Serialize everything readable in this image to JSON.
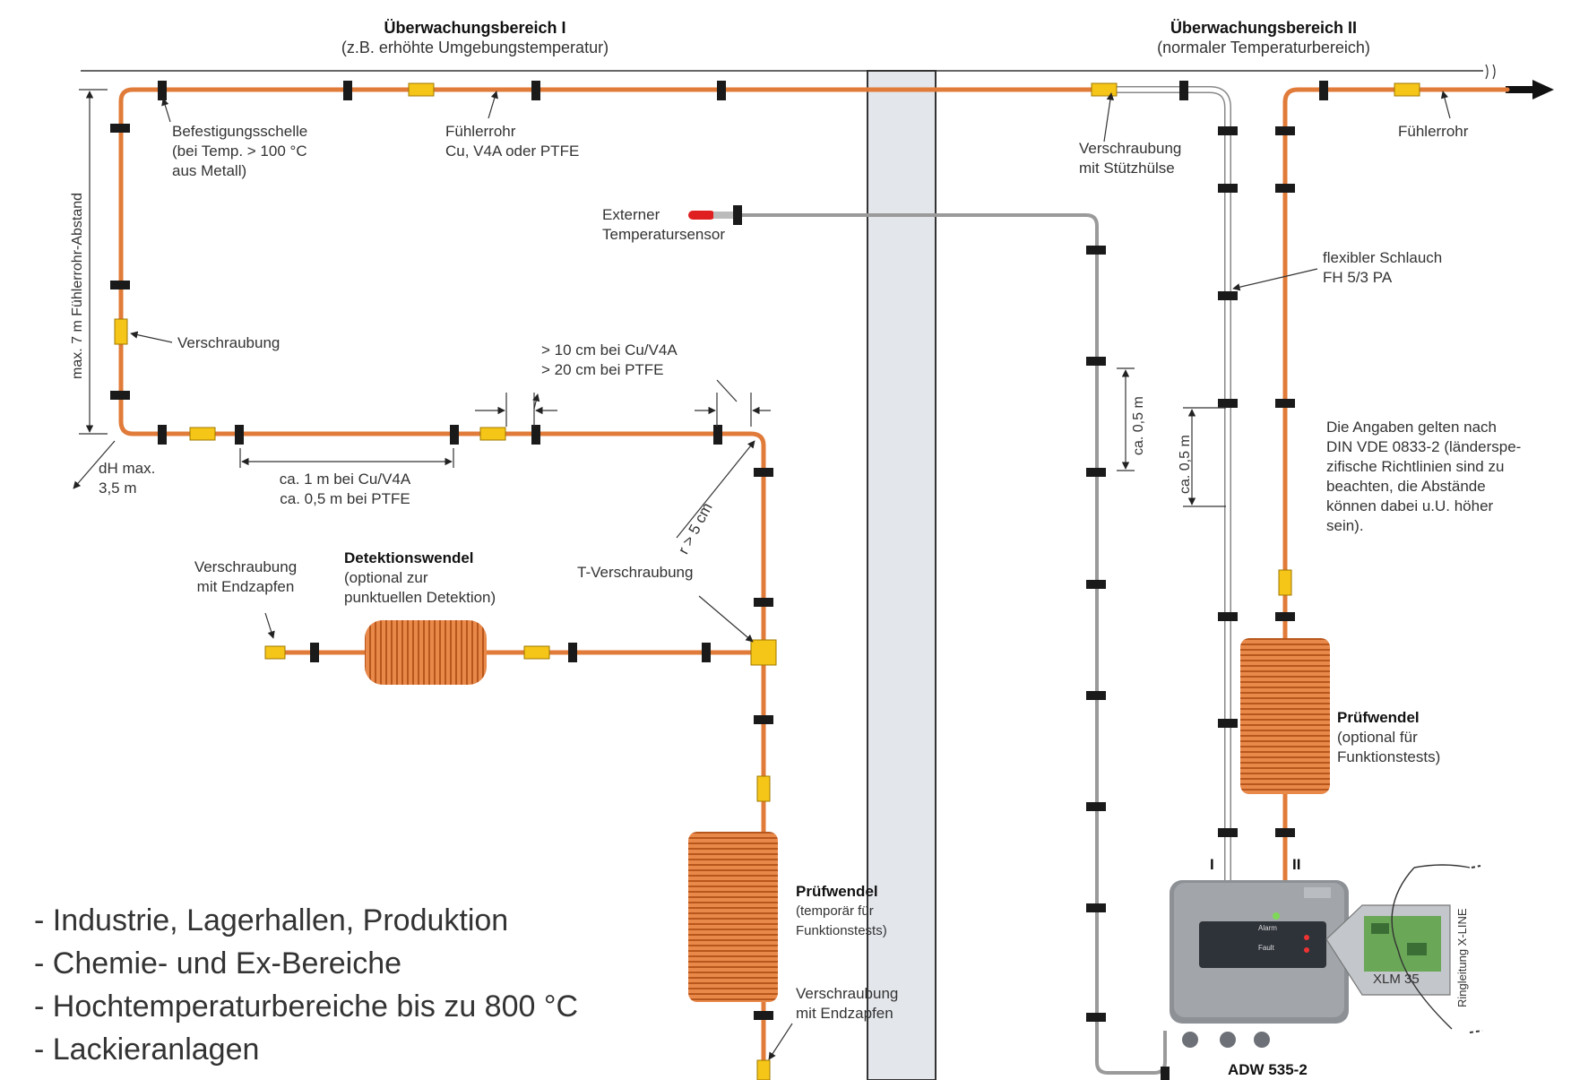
{
  "zones": {
    "zone1": {
      "title": "Überwachungsbereich I",
      "subtitle": "(z.B. erhöhte Umgebungstemperatur)"
    },
    "zone2": {
      "title": "Überwachungsbereich II",
      "subtitle": "(normaler Temperaturbereich)"
    }
  },
  "labels": {
    "clamp": [
      "Befestigungsschelle",
      "(bei Temp. > 100 °C",
      "aus Metall)"
    ],
    "sensor_tube": [
      "Fühlerrohr",
      "Cu, V4A oder PTFE"
    ],
    "screw_support": [
      "Verschraubung",
      "mit Stützhülse"
    ],
    "sensor_tube_right": "Fühlerrohr",
    "external_sensor": [
      "Externer",
      "Temperatursensor"
    ],
    "flex_hose": [
      "flexibler Schlauch",
      "FH 5/3 PA"
    ],
    "screw_left": "Verschraubung",
    "dist_top": [
      "> 10 cm bei Cu/V4A",
      "> 20 cm bei PTFE"
    ],
    "max_distance_vertical": "max. 7 m Fühlerrohr-Abstand",
    "dh": [
      "dH max.",
      "3,5 m"
    ],
    "span": [
      "ca. 1 m bei Cu/V4A",
      "ca. 0,5 m bei PTFE"
    ],
    "radius": "r > 5 cm",
    "ca05_a": "ca. 0,5 m",
    "ca05_b": "ca. 0,5 m",
    "note": [
      "Die Angaben gelten nach",
      "DIN VDE 0833-2 (länderspe-",
      "zifische Richtlinien sind zu",
      "beachten, die Abstände",
      "können dabei u.U. höher",
      "sein)."
    ],
    "end_cap_left": [
      "Verschraubung",
      "mit Endzapfen"
    ],
    "detection_coil_title": "Detektionswendel",
    "detection_coil_sub": [
      "(optional zur",
      "punktuellen Detektion)"
    ],
    "t_screw": "T-Verschraubung",
    "test_coil_right_title": "Prüfwendel",
    "test_coil_right_sub": [
      "(optional für",
      "Funktionstests)"
    ],
    "test_coil_mid_title": "Prüfwendel",
    "test_coil_mid_sub": [
      "(temporär für",
      "Funktionstests)"
    ],
    "end_cap_bottom": [
      "Verschraubung",
      "mit Endzapfen"
    ],
    "roman_1": "I",
    "roman_2": "II",
    "ring_line": "Ringleitung X-LINE",
    "module": "XLM 35",
    "device": "ADW 535-2",
    "panel_alarm": "Alarm",
    "panel_fault": "Fault"
  },
  "bullets": [
    "-  Industrie, Lagerhallen, Produktion",
    "-  Chemie- und Ex-Bereiche",
    "-  Hochtemperaturbereiche bis zu 800 °C",
    "-  Lackieranlagen"
  ],
  "colors": {
    "tube": "#e07b39",
    "tube_dark": "#b8561c",
    "fitting": "#f5c518",
    "clamp": "#1a1a1a",
    "wall": "#e3e7ec",
    "sensor": "#e02020",
    "grey_line": "#9a9a9a"
  }
}
